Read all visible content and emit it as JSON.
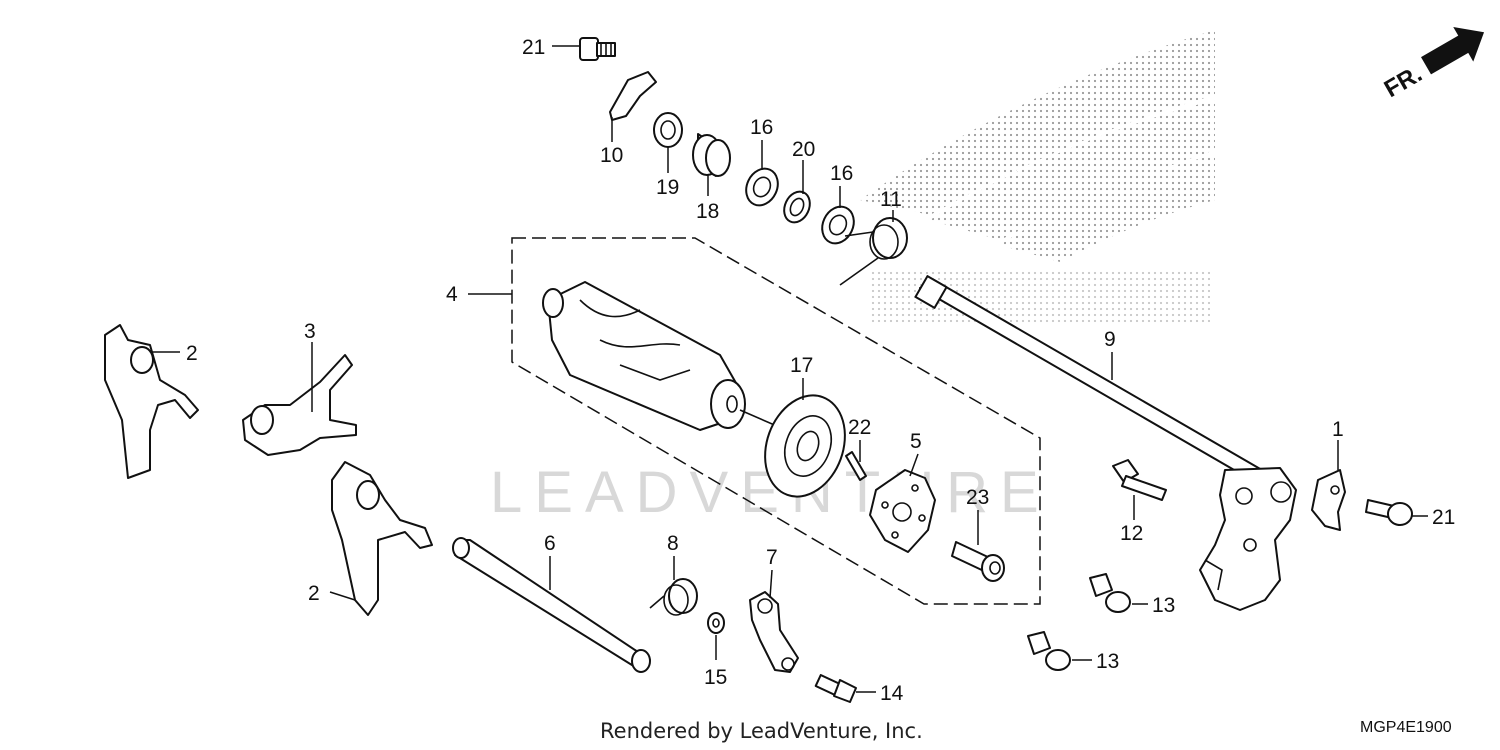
{
  "diagram": {
    "direction_indicator": "FR.",
    "watermark": "LEADVENTURE",
    "footer_credit": "Rendered by LeadVenture, Inc.",
    "diagram_code": "MGP4E1900",
    "callouts": {
      "c1": "1",
      "c2a": "2",
      "c2b": "2",
      "c3": "3",
      "c4": "4",
      "c5": "5",
      "c6": "6",
      "c7": "7",
      "c8": "8",
      "c9": "9",
      "c10": "10",
      "c11": "11",
      "c12": "12",
      "c13a": "13",
      "c13b": "13",
      "c14": "14",
      "c15": "15",
      "c16a": "16",
      "c16b": "16",
      "c17": "17",
      "c18": "18",
      "c19": "19",
      "c20": "20",
      "c21a": "21",
      "c21b": "21",
      "c22": "22",
      "c23": "23"
    }
  }
}
